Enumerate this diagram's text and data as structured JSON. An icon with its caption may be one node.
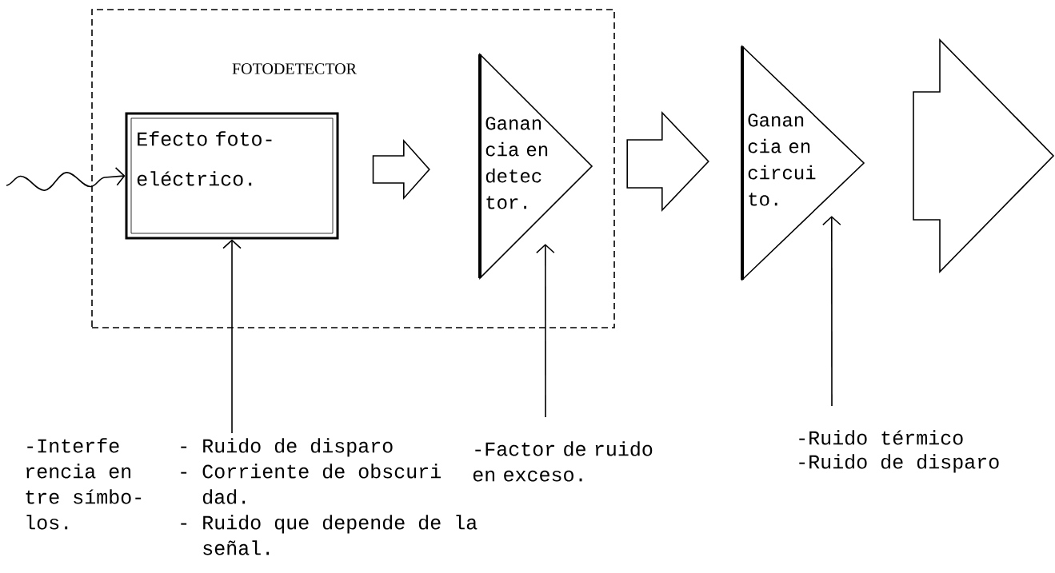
{
  "diagram": {
    "nodes": [
      {
        "text": [
          "FOTODETECTOR"
        ]
      },
      {
        "text": [
          "Efecto foto- eléctrico."
        ],
        "in": 0
      },
      {
        "text": [
          "Ganan cia en detec tor."
        ],
        "in": 0
      },
      {
        "text": [
          "Ganan cia en circui to."
        ]
      },
      {
        "text": [],
        "shape": "arrow"
      },
      {
        "text": [
          "-Interfe rencia en tre símbo- los.",
          "- Ruido de disparo",
          "- Corriente de obscuri dad.",
          "- Ruido que depende de la señal."
        ]
      },
      {
        "text": [
          "-Factor de ruido en exceso."
        ]
      },
      {
        "text": [
          "-Ruido térmico",
          "-Ruido de disparo"
        ]
      }
    ],
    "edges": [
      {
        "from": null,
        "to": 1,
        "arrow": "to"
      },
      {
        "from": 1,
        "to": 2,
        "arrow": "to"
      },
      {
        "from": 2,
        "to": 3,
        "arrow": "to"
      },
      {
        "from": 5,
        "to": 1,
        "arrow": "to"
      },
      {
        "from": 6,
        "to": 2,
        "arrow": "to"
      },
      {
        "from": 7,
        "to": 3,
        "arrow": "to"
      }
    ]
  }
}
